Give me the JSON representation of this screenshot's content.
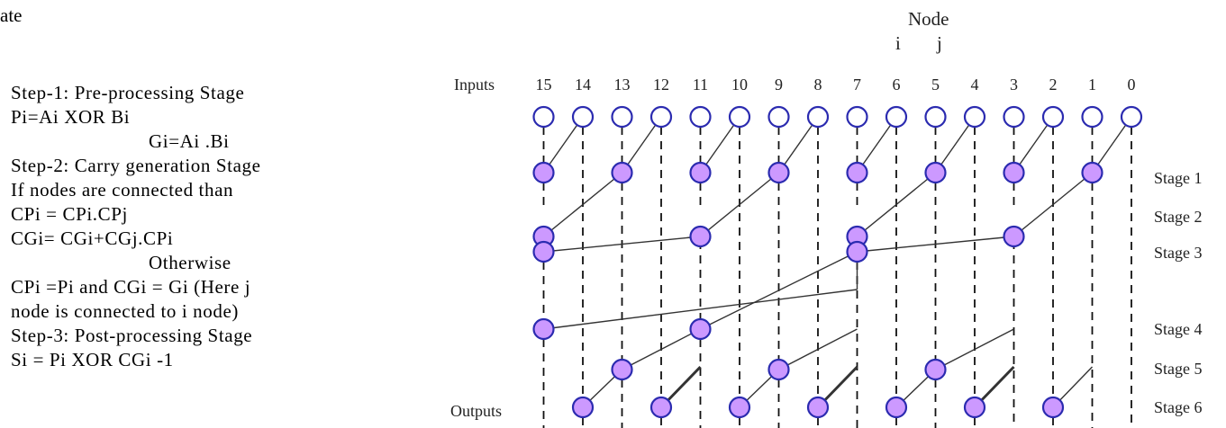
{
  "left_text": {
    "fragment": "ate",
    "lines": [
      "Step-1: Pre-processing Stage",
      "Pi=Ai XOR Bi",
      "Gi=Ai .Bi",
      "Step-2: Carry generation Stage",
      "If nodes are connected than",
      "CPi = CPi.CPj",
      "CGi= CGi+CGj.CPi",
      "Otherwise",
      "CPi =Pi and CGi = Gi (Here j",
      "node is connected to i node)",
      "Step-3: Post-processing Stage",
      "Si = Pi XOR CGi -1"
    ]
  },
  "diagram": {
    "node_header": "Node",
    "node_i": "i",
    "node_j": "j",
    "inputs_label": "Inputs",
    "outputs_label": "Outputs",
    "bits": [
      "15",
      "14",
      "13",
      "12",
      "11",
      "10",
      "9",
      "8",
      "7",
      "6",
      "5",
      "4",
      "3",
      "2",
      "1",
      "0"
    ],
    "stage_labels": [
      "Stage 1",
      "Stage 2",
      "Stage 3",
      "Stage 4",
      "Stage 5",
      "Stage 6"
    ],
    "input_node_fill": "#ffffff",
    "node_stroke": "#2b2bb0",
    "node_fill": "#cc99ff"
  }
}
